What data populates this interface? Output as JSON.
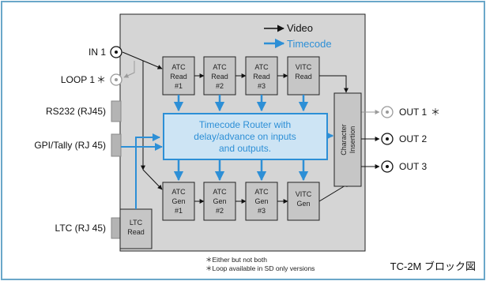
{
  "colors": {
    "outer_border": "#6aa7c9",
    "chassis": "#d5d5d5",
    "timecode": "#2d8fd6",
    "router_fill": "#cde4f4",
    "video": "#111111",
    "loop_gray": "#9a9a9a"
  },
  "legend": {
    "video": "Video",
    "timecode": "Timecode"
  },
  "ports": {
    "in1": "IN 1",
    "loop1": "LOOP 1",
    "rs232": "RS232 (RJ45)",
    "gpi": "GPI/Tally (RJ 45)",
    "ltc": "LTC (RJ 45)",
    "out1": "OUT 1",
    "out2": "OUT 2",
    "out3": "OUT 3",
    "asterisk": "＊"
  },
  "read_blocks": [
    {
      "line1": "ATC",
      "line2": "Read",
      "line3": "#1"
    },
    {
      "line1": "ATC",
      "line2": "Read",
      "line3": "#2"
    },
    {
      "line1": "ATC",
      "line2": "Read",
      "line3": "#3"
    },
    {
      "line1": "VITC",
      "line2": "Read",
      "line3": ""
    }
  ],
  "gen_blocks": [
    {
      "line1": "ATC",
      "line2": "Gen",
      "line3": "#1"
    },
    {
      "line1": "ATC",
      "line2": "Gen",
      "line3": "#2"
    },
    {
      "line1": "ATC",
      "line2": "Gen",
      "line3": "#3"
    },
    {
      "line1": "VITC",
      "line2": "Gen",
      "line3": ""
    }
  ],
  "ltc_block": {
    "line1": "LTC",
    "line2": "Read"
  },
  "router": {
    "line1": "Timecode Router with",
    "line2": "delay/advance on inputs",
    "line3": "and outputs."
  },
  "char_insertion": {
    "line1": "Character",
    "line2": "Insertion"
  },
  "footnotes": {
    "note1": "＊Either but not both",
    "note2": "＊Loop available in SD only versions"
  },
  "title": "TC-2M ブロック図"
}
